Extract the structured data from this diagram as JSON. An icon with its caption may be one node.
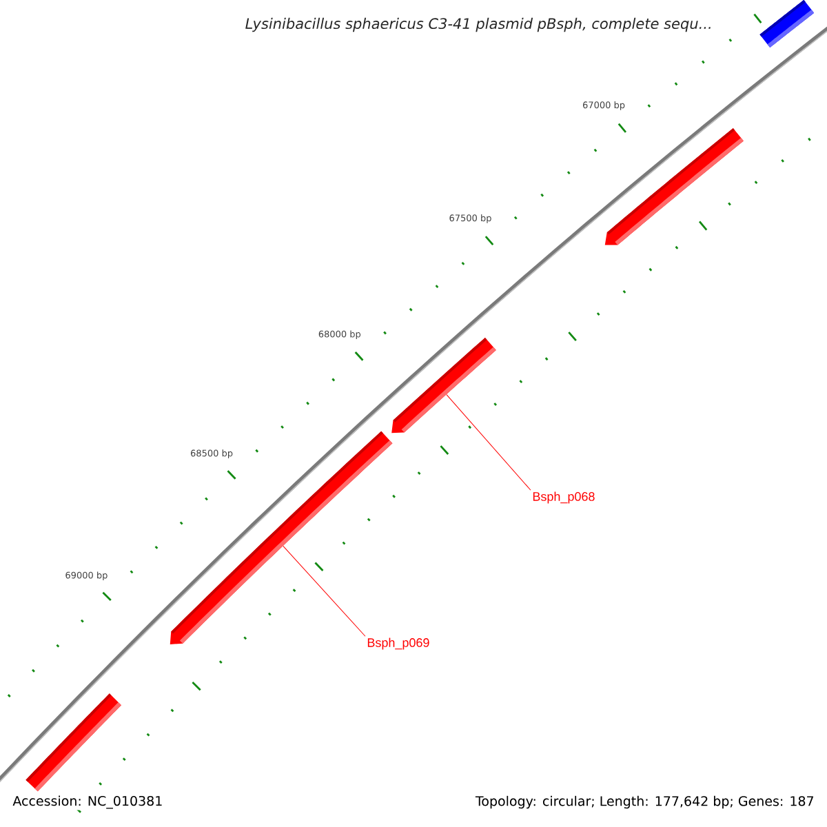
{
  "diagram": {
    "title": "Lysinibacillus sphaericus C3-41 plasmid pBsph, complete sequ...",
    "nodes": [
      {
        "text": [
          "Bsph_p068"
        ]
      },
      {
        "text": [],
        "shape": "arrow"
      },
      {
        "text": [
          "Bsph_p069"
        ]
      },
      {
        "text": [],
        "shape": "arrow"
      },
      {
        "text": [],
        "shape": "arrow"
      },
      {
        "text": [],
        "shape": "bar"
      },
      {
        "text": [],
        "shape": "bar"
      }
    ],
    "edges": [
      {
        "from": 0,
        "to": 1,
        "arrow": "none"
      },
      {
        "from": 2,
        "to": 3,
        "arrow": "none"
      }
    ],
    "labels": [
      "67000 bp",
      "67500 bp",
      "68000 bp",
      "68500 bp",
      "69000 bp",
      "Accession: NC_010381",
      "Topology: circular; Length: 177,642 bp; Genes: 187"
    ]
  }
}
